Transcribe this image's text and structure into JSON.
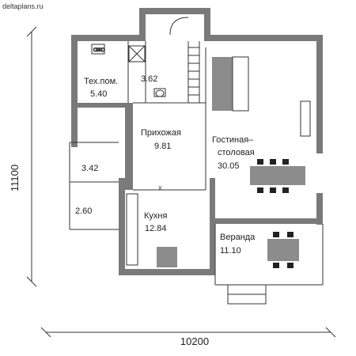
{
  "watermark": "deltaplans.ru",
  "rooms": [
    {
      "id": "tech",
      "name": "Тех.пом.",
      "area": "5.40"
    },
    {
      "id": "wc",
      "name": "",
      "area": "3.62"
    },
    {
      "id": "hall",
      "name": "Прихожая",
      "area": "9.81"
    },
    {
      "id": "living",
      "name": "Гостиная–",
      "name2": "столовая",
      "area": "30.05"
    },
    {
      "id": "store1",
      "name": "",
      "area": "3.42"
    },
    {
      "id": "store2",
      "name": "",
      "area": "2.60"
    },
    {
      "id": "kitchen",
      "name": "Кухня",
      "area": "12.84"
    },
    {
      "id": "veranda",
      "name": "Веранда",
      "area": "11.10"
    }
  ],
  "dimensions": {
    "width": "10200",
    "height": "11100"
  },
  "appliance_labels": {
    "washer": "ОЖО",
    "fridge": "Х"
  },
  "colors": {
    "wall": "#7a7a7a",
    "wall_dark": "#6a6a6a",
    "line": "#333333",
    "furniture": "#8c8c8c"
  }
}
